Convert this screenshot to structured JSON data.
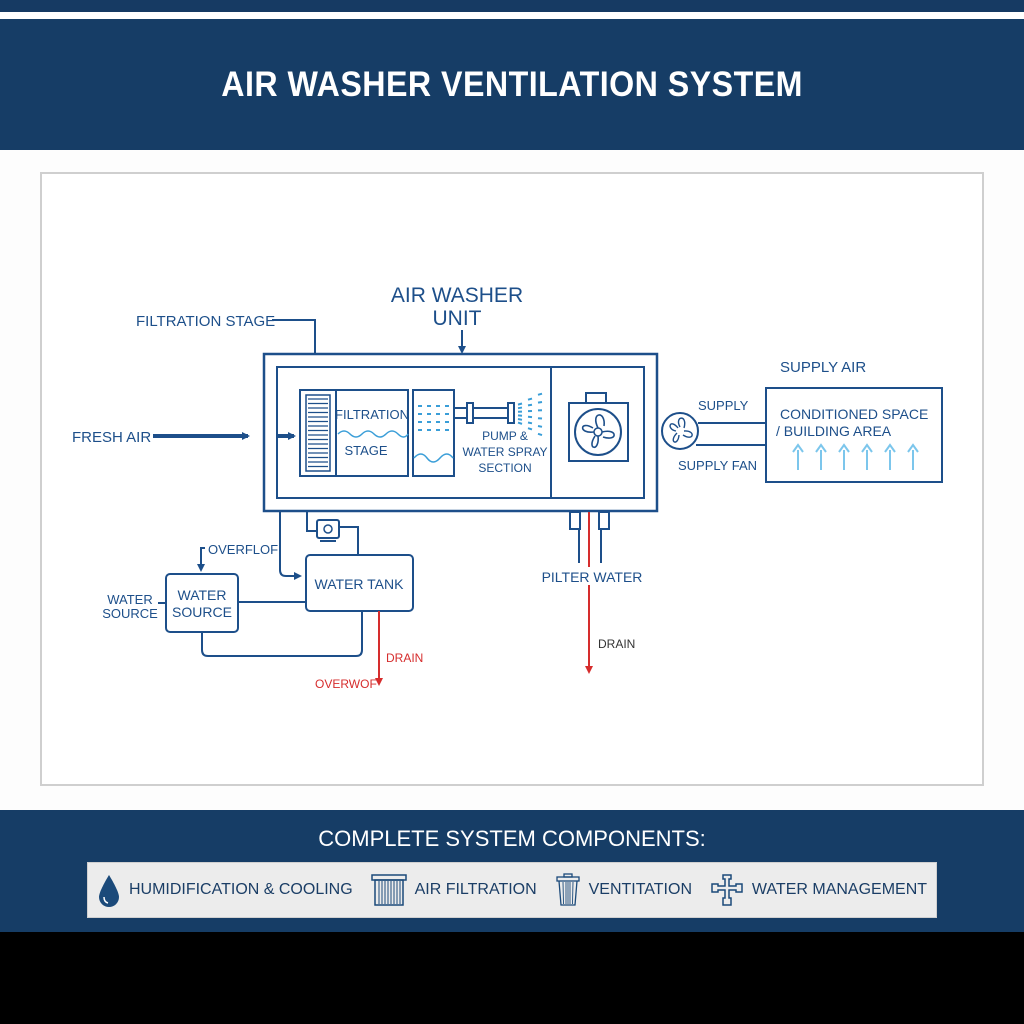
{
  "header": {
    "title": "AIR WASHER VENTILATION SYSTEM"
  },
  "colors": {
    "primary": "#163d66",
    "line": "#1d4f8a",
    "water": "#3a9ed8",
    "drain": "#d62d2d",
    "text_dark": "#1b3e66",
    "supply_arrow": "#7cc6ec"
  },
  "diagram": {
    "unit_title_line1": "AIR WASHER",
    "unit_title_line2": "UNIT",
    "filtration_callout": "FILTRATION STAGE",
    "fresh_air": "FRESH AIR",
    "filtration_box_line1": "FILTRATION",
    "filtration_box_line2": "STAGE",
    "spray_line1": "PUMP &",
    "spray_line2": "WATER SPRAY",
    "spray_line3": "SECTION",
    "supply_label": "SUPPLY",
    "supply_fan_label": "SUPPLY FAN",
    "supply_air_label": "SUPPLY AIR",
    "conditioned_line1": "CONDITIONED SPACE",
    "conditioned_line2": "/ BUILDING AREA",
    "overflow_top": "OVERFLOF",
    "water_source_outer_line1": "WATER",
    "water_source_outer_line2": "SOURCE",
    "water_source_box_line1": "WATER",
    "water_source_box_line2": "SOURCE",
    "water_tank": "WATER TANK",
    "drain_left": "DRAIN",
    "overflow_bottom": "OVERWOF",
    "filter_water": "PILTER WATER",
    "drain_right": "DRAIN"
  },
  "footer": {
    "title": "COMPLETE SYSTEM COMPONENTS:",
    "items": [
      {
        "label": "HUMIDIFICATION & COOLING",
        "icon": "water-drop-icon"
      },
      {
        "label": "AIR FILTRATION",
        "icon": "air-filter-icon"
      },
      {
        "label": "VENTITATION",
        "icon": "ventilation-canister-icon"
      },
      {
        "label": "WATER MANAGEMENT",
        "icon": "pipe-fitting-icon"
      }
    ]
  }
}
